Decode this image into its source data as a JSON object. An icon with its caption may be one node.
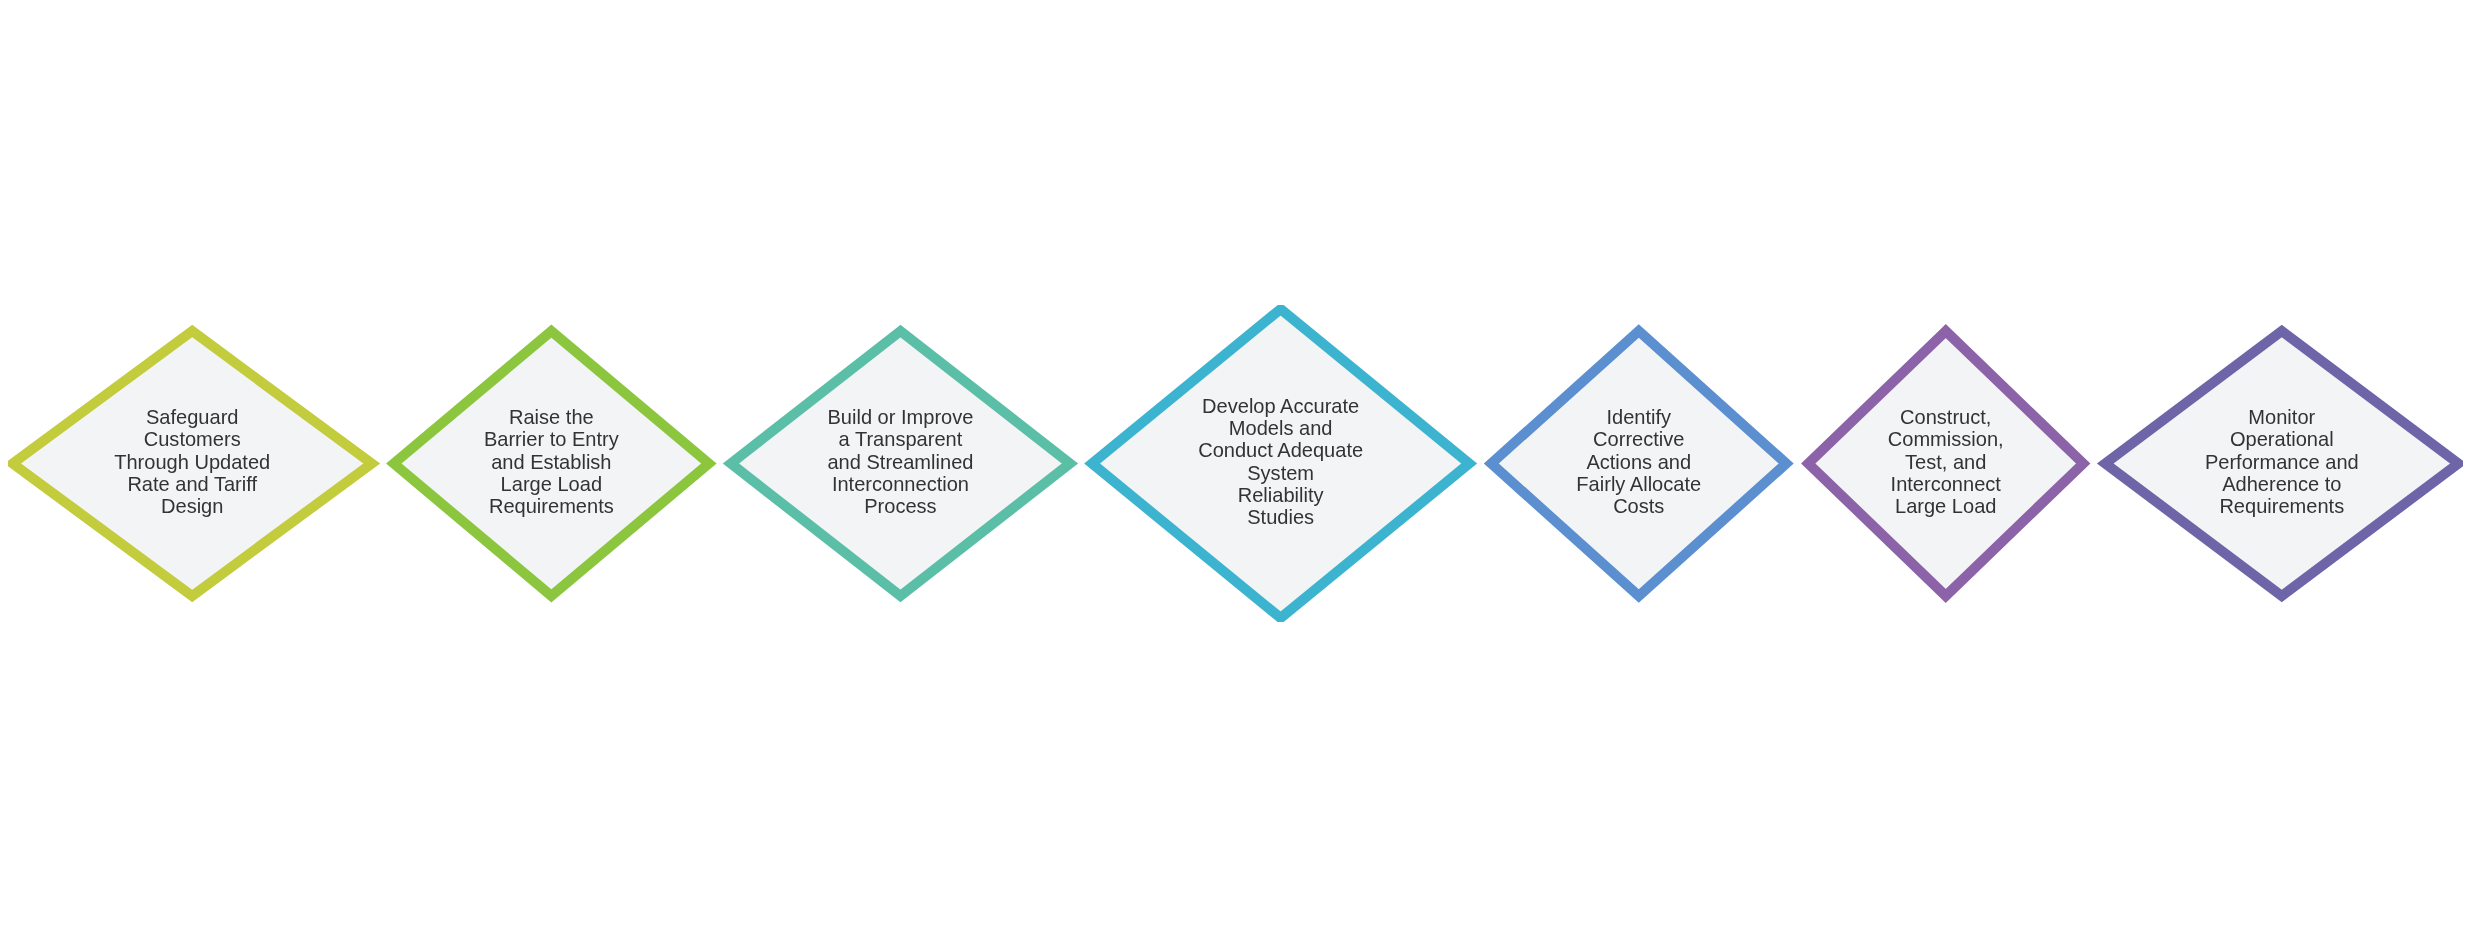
{
  "diagram": {
    "nodes": [
      {
        "text": [
          "Safeguard Customers Through Updated Rate and Tariff Design"
        ]
      },
      {
        "text": [
          "Raise the Barrier to Entry and Establish Large Load Requirements"
        ]
      },
      {
        "text": [
          "Build or Improve a Transparent and Streamlined Interconnection Process"
        ]
      },
      {
        "text": [
          "Develop Accurate Models and Conduct Adequate System Reliability Studies"
        ]
      },
      {
        "text": [
          "Identify Corrective Actions and Fairly Allocate Costs"
        ]
      },
      {
        "text": [
          "Construct, Commission, Test, and Interconnect Large Load"
        ]
      },
      {
        "text": [
          "Monitor Operational Performance and Adherence to Requirements"
        ]
      }
    ]
  }
}
